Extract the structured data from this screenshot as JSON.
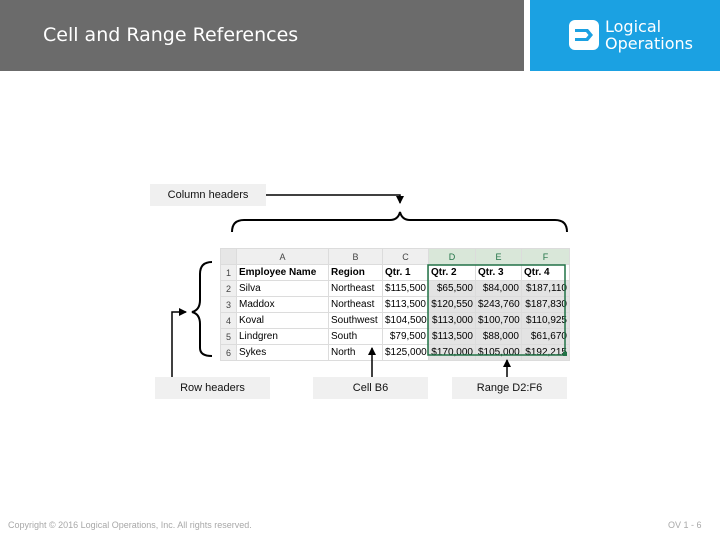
{
  "slide": {
    "title": "Cell and Range References",
    "logo": {
      "line1": "Logical",
      "line2": "Operations",
      "icon": "logo-arrow-icon",
      "color": "#1ba1e2"
    },
    "footer": "Copyright © 2016 Logical Operations, Inc. All rights reserved.",
    "page": "OV 1 - 6"
  },
  "callouts": {
    "column_headers": "Column headers",
    "row_headers": "Row headers",
    "cell": "Cell B6",
    "range": "Range D2:F6"
  },
  "sheet": {
    "col_letters": [
      "A",
      "B",
      "C",
      "D",
      "E",
      "F"
    ],
    "row_numbers": [
      "1",
      "2",
      "3",
      "4",
      "5",
      "6"
    ],
    "header": [
      "Employee Name",
      "Region",
      "Qtr. 1",
      "Qtr. 2",
      "Qtr. 3",
      "Qtr. 4"
    ],
    "rows": [
      [
        "Silva",
        "Northeast",
        "$115,500",
        "$65,500",
        "$84,000",
        "$187,110"
      ],
      [
        "Maddox",
        "Northeast",
        "$113,500",
        "$120,550",
        "$243,760",
        "$187,830"
      ],
      [
        "Koval",
        "Southwest",
        "$104,500",
        "$113,000",
        "$100,700",
        "$110,925"
      ],
      [
        "Lindgren",
        "South",
        "$79,500",
        "$113,500",
        "$88,000",
        "$61,670"
      ],
      [
        "Sykes",
        "North",
        "$125,000",
        "$170,000",
        "$105,000",
        "$192,215"
      ]
    ]
  }
}
